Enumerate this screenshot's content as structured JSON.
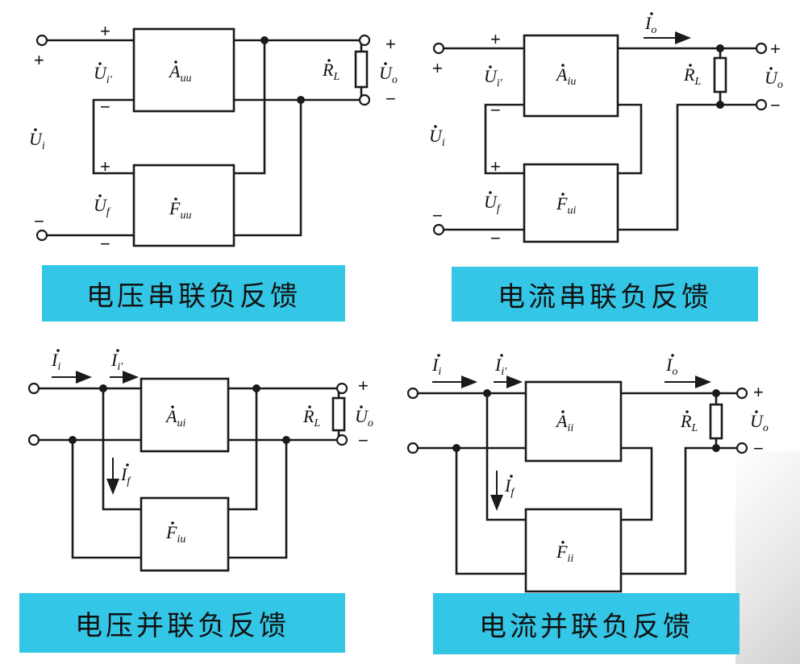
{
  "captions": {
    "tl": "电压串联负反馈",
    "tr": "电流串联负反馈",
    "bl": "电压并联负反馈",
    "br": "电流并联负反馈"
  },
  "symbols": {
    "Ui": "U",
    "Ui_sub": "i",
    "Uip": "U",
    "Uip_sub": "i′",
    "Uf": "U",
    "Uf_sub": "f",
    "Uo": "U",
    "Uo_sub": "o",
    "RL": "R",
    "RL_sub": "L",
    "Io": "I",
    "Io_sub": "o",
    "Ii": "I",
    "Ii_sub": "i",
    "Iip": "I",
    "Iip_sub": "i′",
    "If": "I",
    "If_sub": "f",
    "Auu": "A",
    "Auu_sub": "uu",
    "Fuu": "F",
    "Fuu_sub": "uu",
    "Aiu": "A",
    "Aiu_sub": "iu",
    "Fui": "F",
    "Fui_sub": "ui",
    "Aui": "A",
    "Aui_sub": "ui",
    "Fiu": "F",
    "Fiu_sub": "iu",
    "Aii": "A",
    "Aii_sub": "ii",
    "Fii": "F",
    "Fii_sub": "ii",
    "plus": "+",
    "minus": "−"
  },
  "colors": {
    "caption_bg": "#34c6e6",
    "line": "#1a1a1a"
  }
}
